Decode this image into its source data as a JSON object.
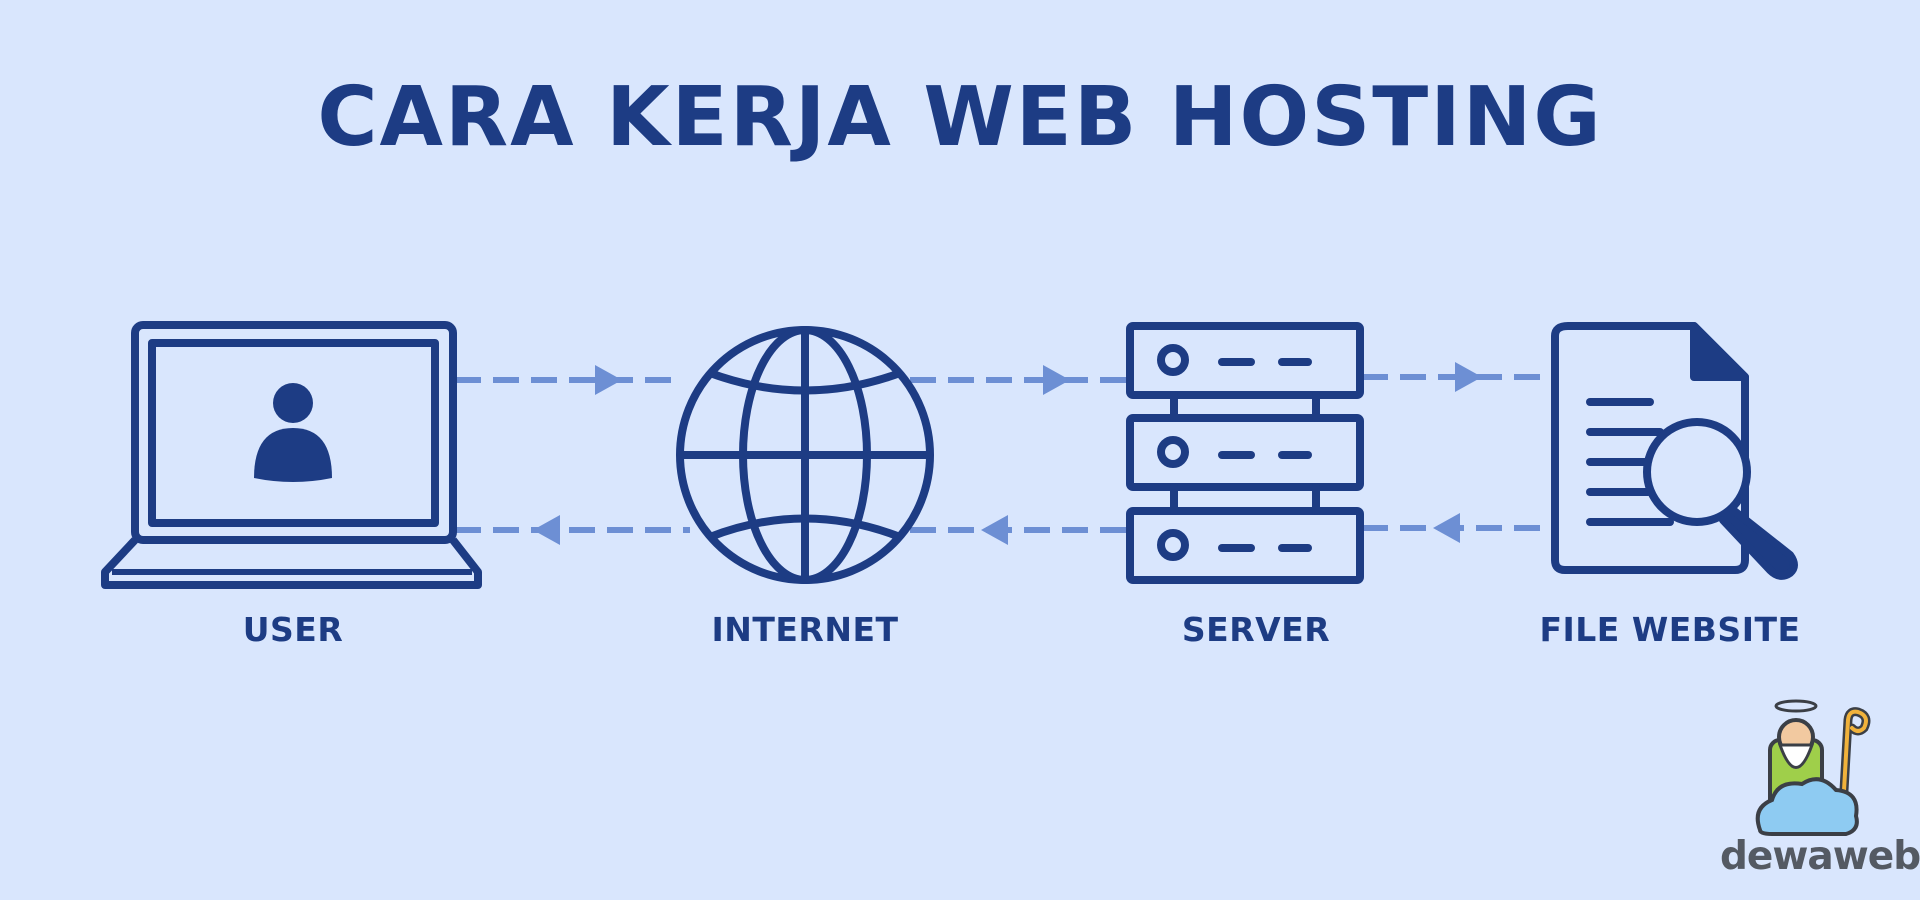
{
  "title": "CARA KERJA WEB HOSTING",
  "nodes": [
    {
      "label": "USER",
      "icon": "laptop-user-icon"
    },
    {
      "label": "INTERNET",
      "icon": "globe-icon"
    },
    {
      "label": "SERVER",
      "icon": "server-rack-icon"
    },
    {
      "label": "FILE WEBSITE",
      "icon": "file-search-icon"
    }
  ],
  "logo": {
    "text": "dewaweb",
    "icon": "dewaweb-mascot-icon"
  },
  "colors": {
    "background": "#d9e6fd",
    "icon": "#1d3c84",
    "arrow": "#6d8fd4",
    "logo_text": "#545a63"
  }
}
